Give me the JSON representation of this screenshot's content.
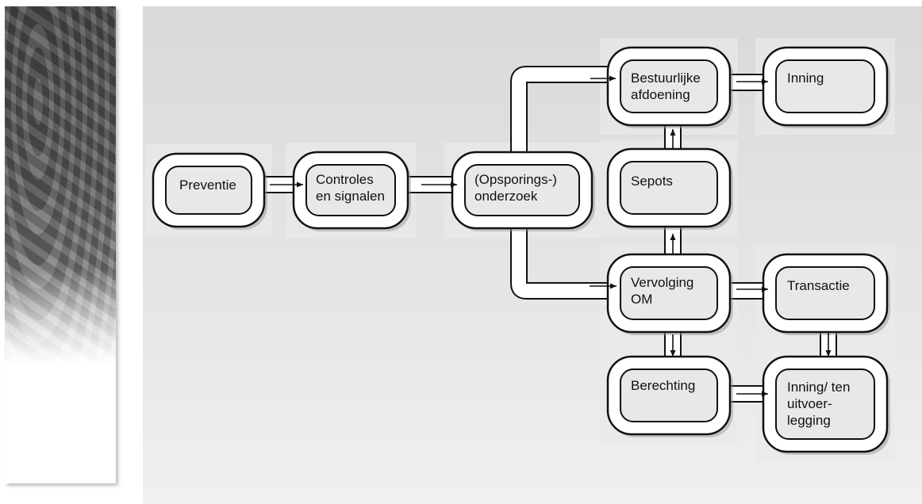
{
  "nodes": {
    "preventie": {
      "lines": [
        "Preventie"
      ]
    },
    "controles": {
      "lines": [
        "Controles",
        "en signalen"
      ]
    },
    "opsporing": {
      "lines": [
        "(Opsporings-)",
        "onderzoek"
      ]
    },
    "bestuurlijke": {
      "lines": [
        "Bestuurlijke",
        "afdoening"
      ]
    },
    "inning_top": {
      "lines": [
        "Inning"
      ]
    },
    "sepots": {
      "lines": [
        "Sepots"
      ]
    },
    "vervolging": {
      "lines": [
        "Vervolging",
        "OM"
      ]
    },
    "transactie": {
      "lines": [
        "Transactie"
      ]
    },
    "berechting": {
      "lines": [
        "Berechting"
      ]
    },
    "inning_bottom": {
      "lines": [
        "Inning/ ten",
        "uitvoer-",
        "legging"
      ]
    }
  },
  "edges": [
    {
      "from": "preventie",
      "to": "controles"
    },
    {
      "from": "controles",
      "to": "opsporing"
    },
    {
      "from": "opsporing",
      "to": "bestuurlijke"
    },
    {
      "from": "opsporing",
      "to": "vervolging"
    },
    {
      "from": "bestuurlijke",
      "to": "inning_top"
    },
    {
      "from": "sepots",
      "to": "bestuurlijke"
    },
    {
      "from": "vervolging",
      "to": "sepots"
    },
    {
      "from": "vervolging",
      "to": "transactie"
    },
    {
      "from": "vervolging",
      "to": "berechting"
    },
    {
      "from": "transactie",
      "to": "inning_bottom"
    },
    {
      "from": "berechting",
      "to": "inning_bottom"
    }
  ],
  "colors": {
    "panel": "#dedede",
    "stroke": "#111111",
    "ring_fill": "#ffffff",
    "inner_fill": "#e8e8e8"
  }
}
